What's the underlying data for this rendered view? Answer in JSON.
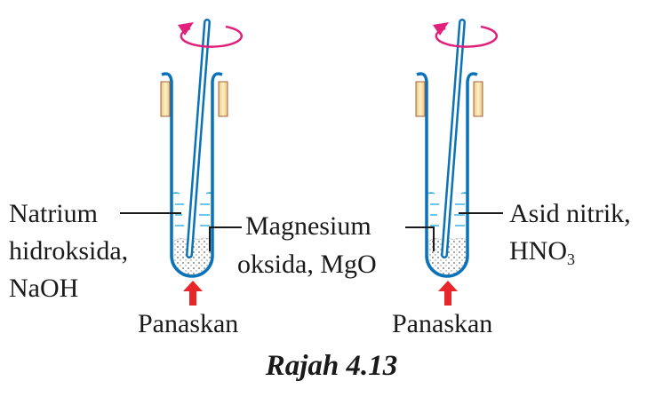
{
  "left_apparatus": {
    "solution_label": [
      "Natrium",
      "hidroksida,",
      "NaOH"
    ],
    "solid_label": [
      "Magnesium",
      "oksida, MgO"
    ],
    "heat_label": "Panaskan"
  },
  "right_apparatus": {
    "solution_label_line1": "Asid nitrik,",
    "solution_formula": "HNO",
    "solution_formula_subscript": "3",
    "heat_label": "Panaskan"
  },
  "caption": "Rajah 4.13",
  "colors": {
    "glass": "#0a72b8",
    "liquid": "#38b5e6",
    "swirl": "#e0207a",
    "heat": "#e8262a",
    "clamp": "#f0d9a0"
  }
}
